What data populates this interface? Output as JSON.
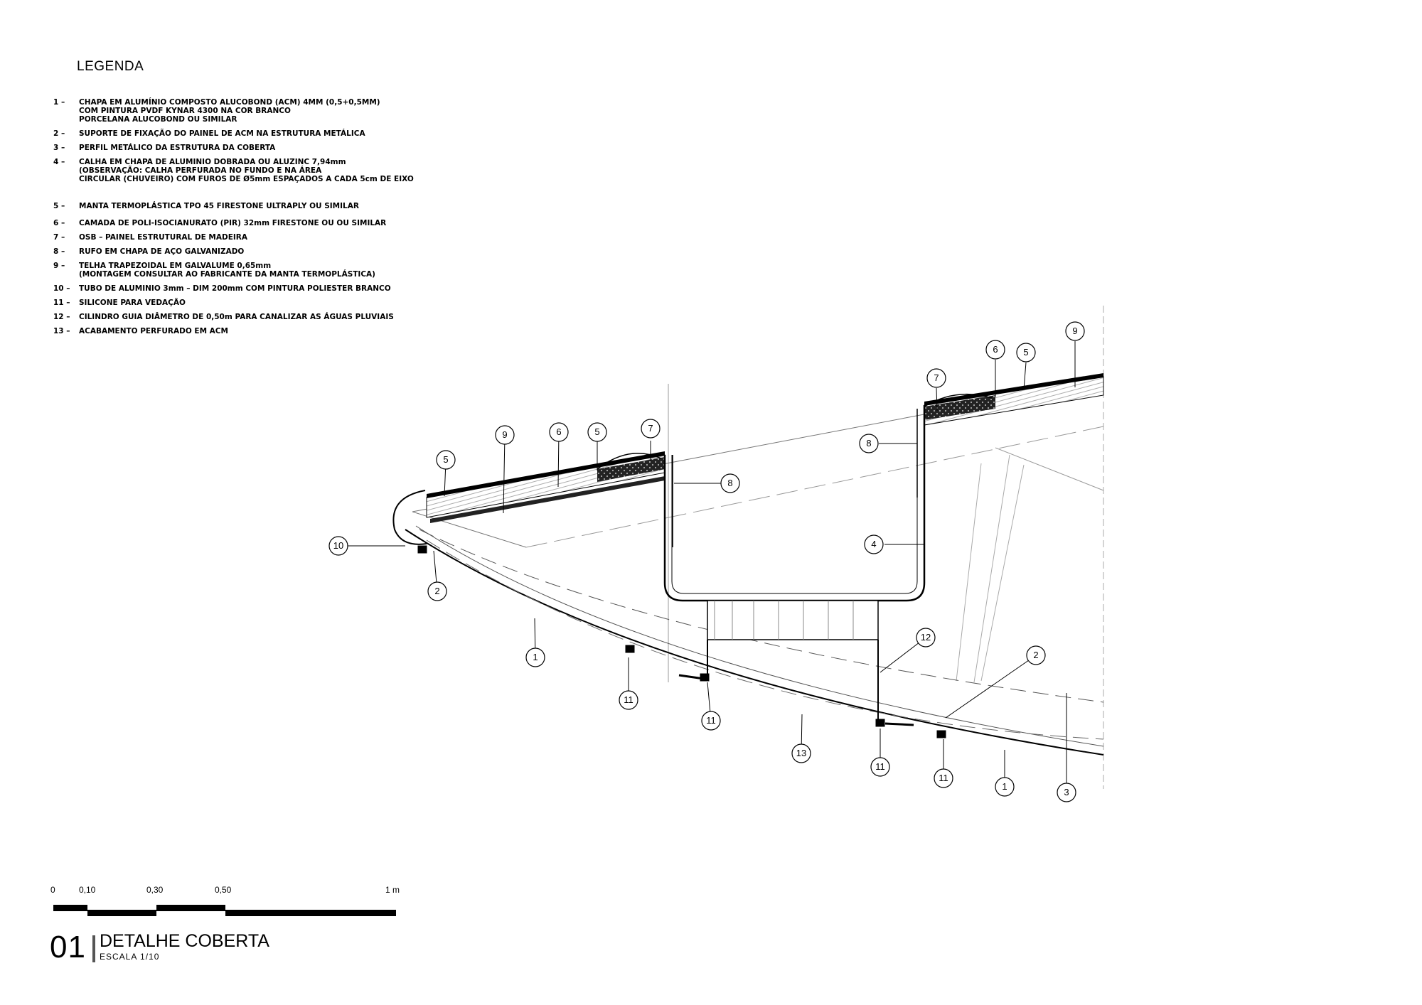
{
  "legend": {
    "title": "LEGENDA",
    "items": [
      {
        "num": "1 –",
        "lines": [
          "CHAPA EM ALUMÍNIO COMPOSTO ALUCOBOND (ACM) 4MM (0,5+0,5MM)",
          "COM PINTURA PVDF KYNAR 4300 NA COR BRANCO",
          "PORCELANA ALUCOBOND OU SIMILAR"
        ]
      },
      {
        "num": "2 –",
        "lines": [
          "SUPORTE DE FIXAÇÃO  DO PAINEL DE ACM NA ESTRUTURA METÁLICA"
        ]
      },
      {
        "num": "3 –",
        "lines": [
          "PERFIL METÁLICO DA ESTRUTURA DA COBERTA"
        ]
      },
      {
        "num": "4 –",
        "lines": [
          "CALHA EM CHAPA DE ALUMINIO DOBRADA OU ALUZINC 7,94mm",
          "(OBSERVAÇÃO: CALHA PERFURADA NO FUNDO E NA ÁREA",
          "CIRCULAR (CHUVEIRO) COM FUROS DE Ø5mm ESPAÇADOS A CADA 5cm DE EIXO"
        ]
      },
      {
        "num": "5 –",
        "lines": [
          "MANTA TERMOPLÁSTICA TPO 45 FIRESTONE ULTRAPLY OU SIMILAR"
        ]
      },
      {
        "num": "6 –",
        "lines": [
          "CAMADA DE POLI-ISOCIANURATO (PIR) 32mm FIRESTONE OU OU SIMILAR"
        ]
      },
      {
        "num": "7 –",
        "lines": [
          "OSB – PAINEL ESTRUTURAL DE MADEIRA"
        ]
      },
      {
        "num": "8 –",
        "lines": [
          "RUFO EM CHAPA DE AÇO GALVANIZADO"
        ]
      },
      {
        "num": "9 –",
        "lines": [
          "TELHA TRAPEZOIDAL EM GALVALUME 0,65mm",
          "(MONTAGEM CONSULTAR AO FABRICANTE DA MANTA TERMOPLÁSTICA)"
        ]
      },
      {
        "num": "10 –",
        "lines": [
          "TUBO DE ALUMINIO 3mm – DIM 200mm COM PINTURA POLIESTER BRANCO"
        ]
      },
      {
        "num": "11 –",
        "lines": [
          "SILICONE PARA VEDAÇÃO"
        ]
      },
      {
        "num": "12 –",
        "lines": [
          "CILINDRO GUIA DIÂMETRO DE 0,50m PARA CANALIZAR AS ÁGUAS PLUVIAIS"
        ]
      },
      {
        "num": "13 –",
        "lines": [
          "ACABAMENTO PERFURADO EM ACM"
        ]
      }
    ]
  },
  "callouts": [
    "10",
    "2",
    "5",
    "9",
    "6",
    "5",
    "7",
    "8",
    "4",
    "7",
    "6",
    "5",
    "9",
    "8",
    "12",
    "2",
    "1",
    "11",
    "11",
    "13",
    "11",
    "11",
    "1",
    "3"
  ],
  "scale_bar": {
    "labels": [
      "0",
      "0,10",
      "0,30",
      "0,50",
      "1 m"
    ]
  },
  "title_block": {
    "number": "01",
    "title": "DETALHE COBERTA",
    "subtitle": "ESCALA  1/10"
  }
}
